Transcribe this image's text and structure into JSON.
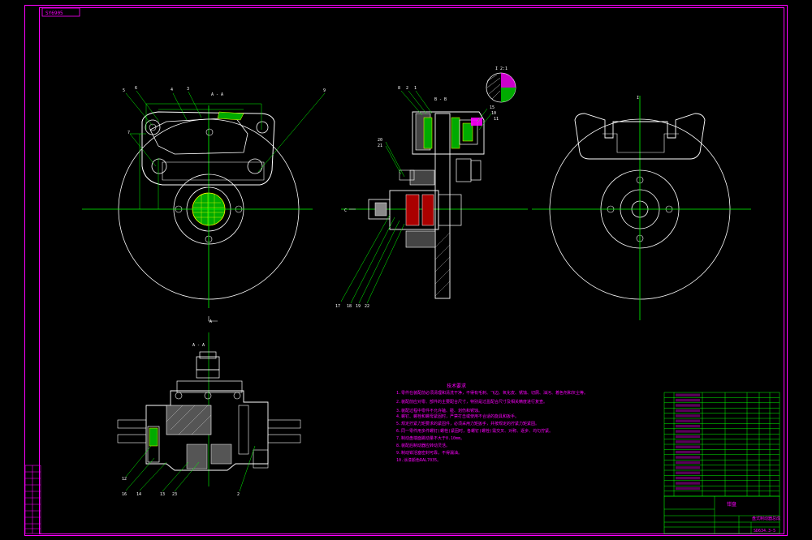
{
  "drawing": {
    "stamp_code": "SY6905",
    "title_block": {
      "center_title": "钳盘",
      "name": "盘式制动器总成",
      "drawing_number": "SD634.3-5"
    },
    "section_labels": {
      "top_left": "A - A",
      "section_mid_top": "B - B",
      "hatch_detail": "I 2:1",
      "right_view": "I",
      "bottom_left": "A",
      "bottom_view": "A - A",
      "c_arrow": "C"
    },
    "part_callouts": {
      "left_view": [
        "5",
        "6",
        "4",
        "3",
        "7",
        "9"
      ],
      "middle_view_top": [
        "8",
        "2",
        "1",
        "15",
        "10",
        "11"
      ],
      "middle_view_side": [
        "20",
        "21"
      ],
      "middle_view_bottom": [
        "17",
        "18",
        "19",
        "22"
      ],
      "bottom_view": [
        "12",
        "16",
        "14",
        "13",
        "23",
        "2"
      ]
    },
    "notes": {
      "heading": "技术要求",
      "items": [
        "1.零件在装配前必须清理和清洗干净，不得有毛刺、飞边、氧化皮、锈蚀、切屑、油污、着色剂和灰尘等。",
        "2.装配前应对零、部件的主要配合尺寸，特别是过盈配合尺寸及相关精度进行复查。",
        "3.装配过程中零件不允许磕、碰、划伤和锈蚀。",
        "4.螺钉、螺栓和螺母紧固时，严禁打击或使用不合适的旋具和扳手。",
        "5.规定拧紧力矩要求的紧固件，必须采用力矩扳手，并按规定的拧紧力矩紧固。",
        "6.同一零件用多件螺钉(螺栓)紧固时，各螺钉(螺栓)需交叉、对称、逐步、均匀拧紧。",
        "7.制动盘端面跳动量不大于0.10mm。",
        "8.装配后制动器应转动灵活。",
        "9.制动钳活塞密封可靠，不得漏油。",
        "10.涂漆颜色RAL7035。"
      ]
    },
    "parts_list_rows": 20,
    "left_strip_rows": 10
  }
}
